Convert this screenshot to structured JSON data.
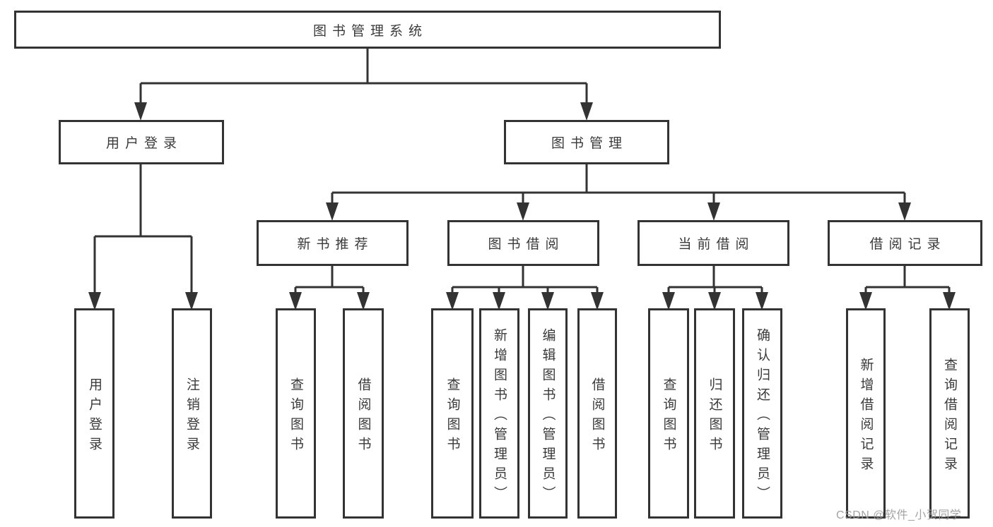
{
  "diagram": {
    "type": "hierarchy-tree",
    "title": "图书管理系统",
    "colors": {
      "line": "#333333",
      "box_border": "#333333",
      "box_fill": "#ffffff",
      "text": "#3a3a3a",
      "background": "#ffffff",
      "watermark": "#9b9b9b"
    },
    "root": {
      "label": "图书管理系统"
    },
    "level2": [
      {
        "label": "用户登录"
      },
      {
        "label": "图书管理"
      }
    ],
    "level3": [
      {
        "label": "新书推荐",
        "parent": "图书管理"
      },
      {
        "label": "图书借阅",
        "parent": "图书管理"
      },
      {
        "label": "当前借阅",
        "parent": "图书管理"
      },
      {
        "label": "借阅记录",
        "parent": "图书管理"
      }
    ],
    "leaves": [
      {
        "label": "用户登录",
        "parent": "用户登录"
      },
      {
        "label": "注销登录",
        "parent": "用户登录"
      },
      {
        "label": "查询图书",
        "parent": "新书推荐"
      },
      {
        "label": "借阅图书",
        "parent": "新书推荐"
      },
      {
        "label": "查询图书",
        "parent": "图书借阅"
      },
      {
        "label": "新增图书（管理员）",
        "parent": "图书借阅"
      },
      {
        "label": "编辑图书（管理员）",
        "parent": "图书借阅"
      },
      {
        "label": "借阅图书",
        "parent": "图书借阅"
      },
      {
        "label": "查询图书",
        "parent": "当前借阅"
      },
      {
        "label": "归还图书",
        "parent": "当前借阅"
      },
      {
        "label": "确认归还（管理员）",
        "parent": "当前借阅"
      },
      {
        "label": "新增借阅记录",
        "parent": "借阅记录"
      },
      {
        "label": "查询借阅记录",
        "parent": "借阅记录"
      }
    ],
    "watermark": "CSDN @软件_小贺同学"
  }
}
